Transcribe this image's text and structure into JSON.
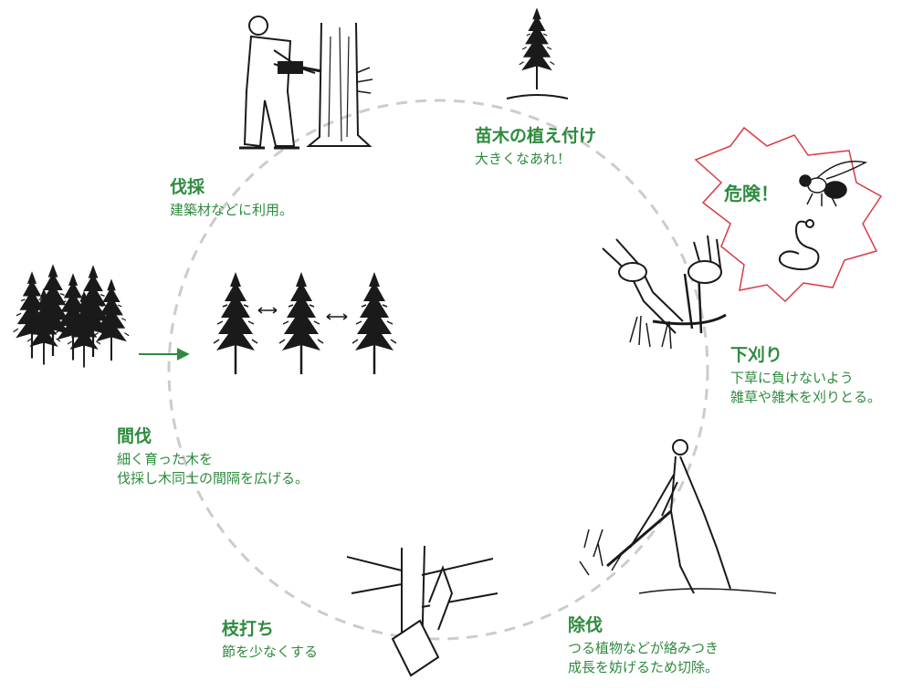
{
  "colors": {
    "accent": "#2e8b3e",
    "line": "#cccccc",
    "warning": "#d93a46",
    "ink": "#1a1a1a"
  },
  "stages": {
    "planting": {
      "title": "苗木の植え付け",
      "lines": [
        "大きくなあれ！"
      ]
    },
    "weeding": {
      "title": "下刈り",
      "lines": [
        "下草に負けないよう",
        "雑草や雑木を刈りとる。"
      ]
    },
    "clearing": {
      "title": "除伐",
      "lines": [
        "つる植物などが絡みつき",
        "成長を妨げるため切除。"
      ]
    },
    "pruning": {
      "title": "枝打ち",
      "lines": [
        "節を少なくする"
      ]
    },
    "thinning": {
      "title": "間伐",
      "lines": [
        "細く育った木を",
        "伐採し木同士の間隔を広げる。"
      ]
    },
    "harvesting": {
      "title": "伐採",
      "lines": [
        "建築材などに利用。"
      ]
    }
  },
  "warning": {
    "label": "危険！",
    "icons": [
      "hornet-icon",
      "snake-icon"
    ]
  }
}
